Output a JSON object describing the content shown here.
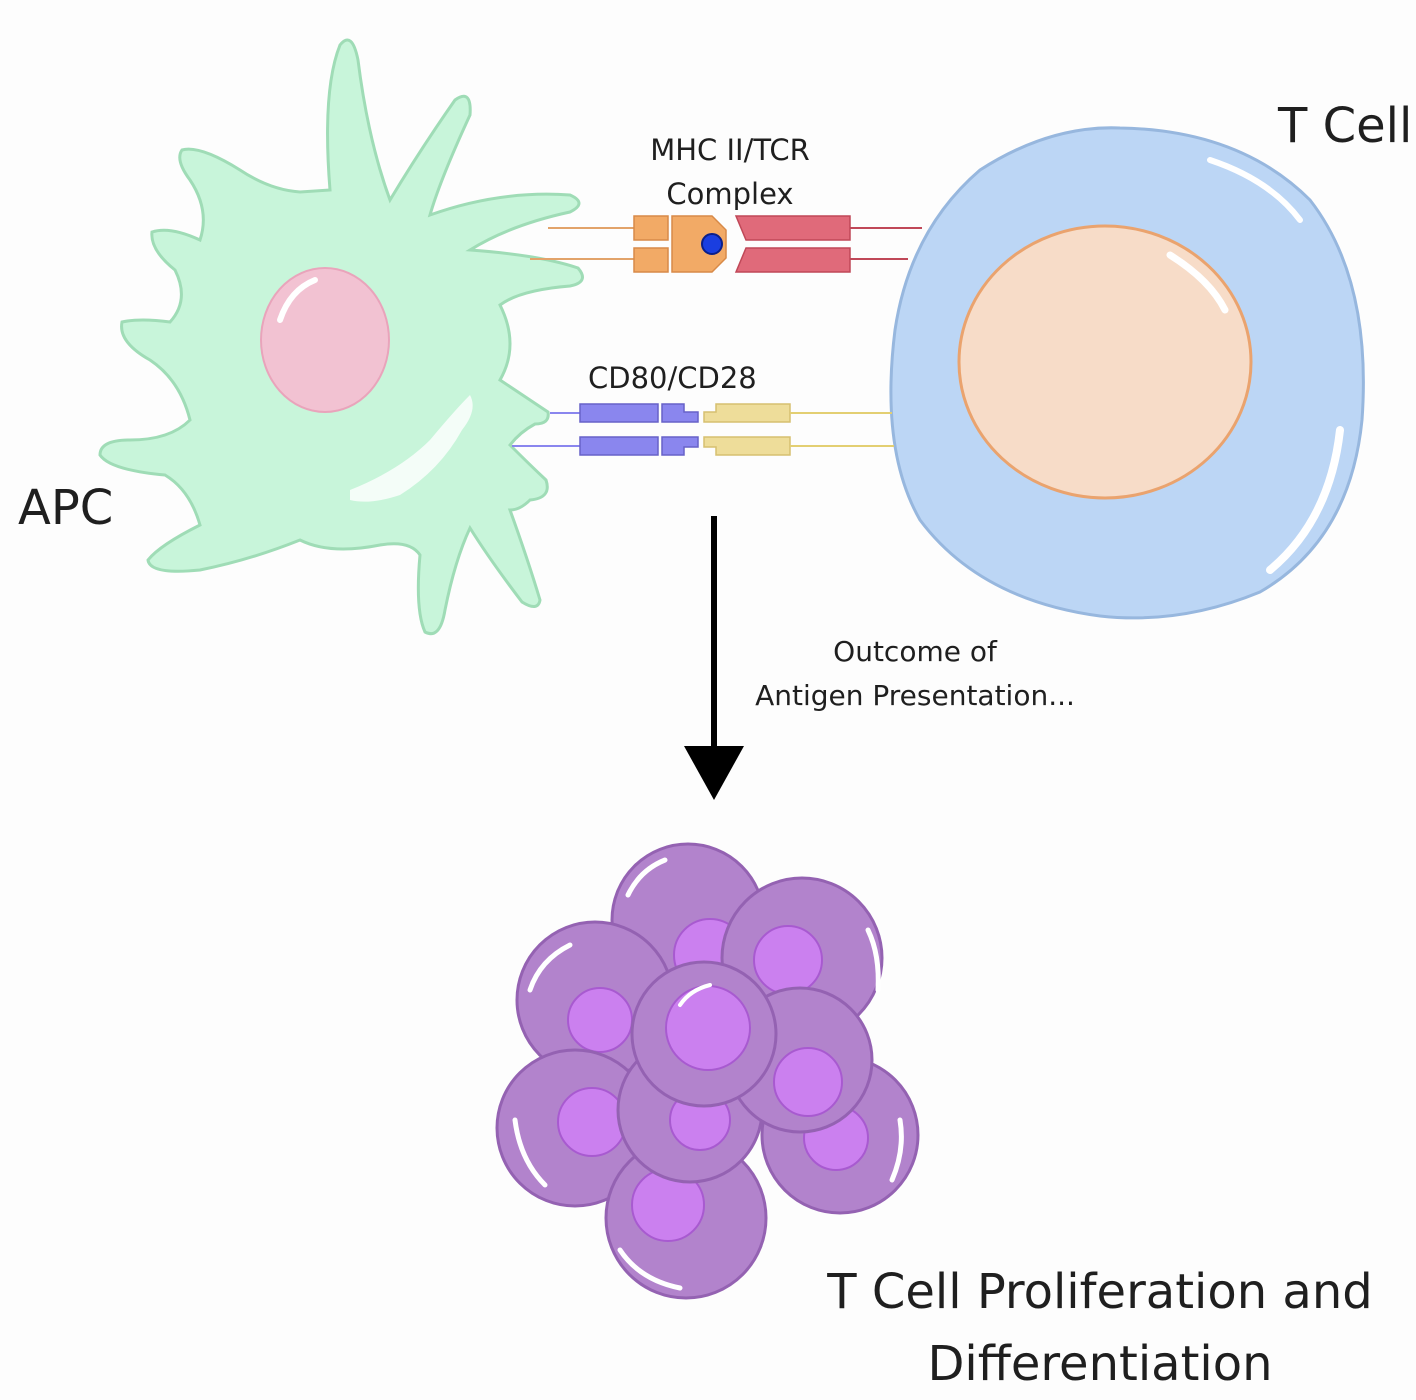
{
  "labels": {
    "apc": "APC",
    "t_cell": "T Cell",
    "mhc_line1": "MHC II/TCR",
    "mhc_line2": "Complex",
    "costim": "CD80/CD28",
    "outcome_line1": "Outcome of",
    "outcome_line2": "Antigen Presentation...",
    "result_line1": "T Cell Proliferation and",
    "result_line2": "Differentiation"
  },
  "colors": {
    "apc_body": "#c8f5da",
    "apc_outline": "#9fdcb6",
    "apc_nucleus": "#f2c2d2",
    "tcell_body": "#bcd6f5",
    "tcell_outline": "#97b7de",
    "tcell_nucleus": "#f7dcc8",
    "tcell_nucleus_outline": "#eaa36e",
    "mhc": "#f2aa66",
    "tcr": "#e06a7a",
    "antigen": "#1a3ee0",
    "cd80": "#8a86ee",
    "cd28": "#eedd9a",
    "cluster_cell": "#b283cc",
    "cluster_nucleus": "#cb80ef",
    "arrow": "#000000"
  }
}
